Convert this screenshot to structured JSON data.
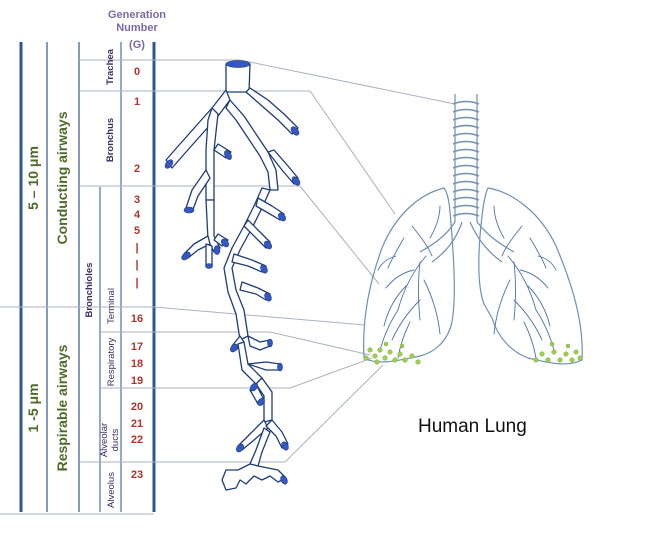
{
  "header": {
    "line1": "Generation",
    "line2": "Number",
    "line3": "(G)"
  },
  "generations": [
    "0",
    "1",
    "2",
    "3",
    "4",
    "5",
    "|",
    "|",
    "|",
    "16",
    "17",
    "18",
    "19",
    "20",
    "21",
    "22",
    "23"
  ],
  "zones": {
    "trachea": "Trachea",
    "bronchus": "Bronchus",
    "bronchioles": "Bronchioles",
    "terminal": "Terminal",
    "respiratory": "Respiratory",
    "alveolar_ducts_1": "Alveolar",
    "alveolar_ducts_2": "ducts",
    "alveolus": "Alveolus"
  },
  "regions": {
    "conducting_size": "5 – 10 μm",
    "conducting_label": "Conducting airways",
    "respirable_size": "1 -5 μm",
    "respirable_label": "Respirable airways"
  },
  "lung_label": "Human Lung",
  "colors": {
    "airway_line": "#1f3c78",
    "cap_fill": "#3457c6",
    "lung_line": "#6f8fb4",
    "alveoli": "#9ccf4c"
  }
}
